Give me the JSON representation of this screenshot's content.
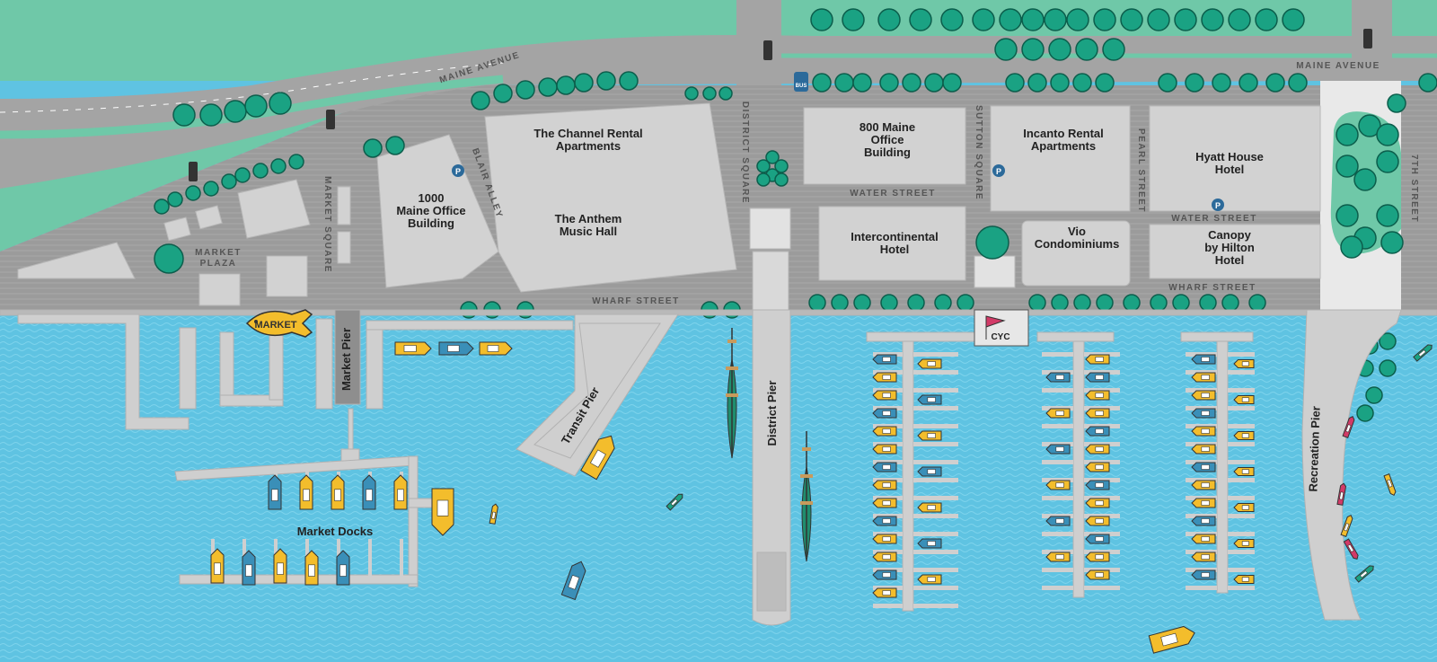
{
  "colors": {
    "water": "#5fc3e2",
    "grass": "#6fc8a8",
    "road": "#a4a4a4",
    "building": "#d2d2d2",
    "tree": "#1aa283",
    "pier": "#cfcfcf",
    "boat_yellow": "#f3bd2c",
    "boat_blue": "#3a8fb8"
  },
  "streets": {
    "maine_avenue_left": "MAINE AVENUE",
    "maine_avenue_right": "MAINE AVENUE",
    "wharf_street_left": "WHARF STREET",
    "wharf_street_right": "WHARF STREET",
    "water_street_1": "WATER STREET",
    "water_street_2": "WATER STREET",
    "market_square": "MARKET SQUARE",
    "blair_alley": "BLAIR ALLEY",
    "district_square": "DISTRICT SQUARE",
    "sutton_square": "SUTTON SQUARE",
    "pearl_street": "PEARL STREET",
    "seventh_street": "7TH STREET"
  },
  "buildings": {
    "market_plaza": [
      "MARKET",
      "PLAZA"
    ],
    "maine_office_1000": [
      "1000",
      "Maine Office",
      "Building"
    ],
    "channel_rental": [
      "The Channel Rental",
      "Apartments"
    ],
    "anthem": [
      "The Anthem",
      "Music Hall"
    ],
    "maine_office_800": [
      "800 Maine",
      "Office",
      "Building"
    ],
    "intercontinental": [
      "Intercontinental",
      "Hotel"
    ],
    "incanto": [
      "Incanto Rental",
      "Apartments"
    ],
    "vio": [
      "Vio",
      "Condominiums"
    ],
    "hyatt": [
      "Hyatt House",
      "Hotel"
    ],
    "canopy": [
      "Canopy",
      "by Hilton",
      "Hotel"
    ]
  },
  "piers": {
    "market_pier": "Market Pier",
    "transit_pier": "Transit Pier",
    "district_pier": "District Pier",
    "recreation_pier": "Recreation Pier",
    "market_docks": "Market Docks"
  },
  "signs": {
    "fish_market": "MARKET",
    "cyc": "CYC",
    "bus": "BUS",
    "parking": "P"
  }
}
